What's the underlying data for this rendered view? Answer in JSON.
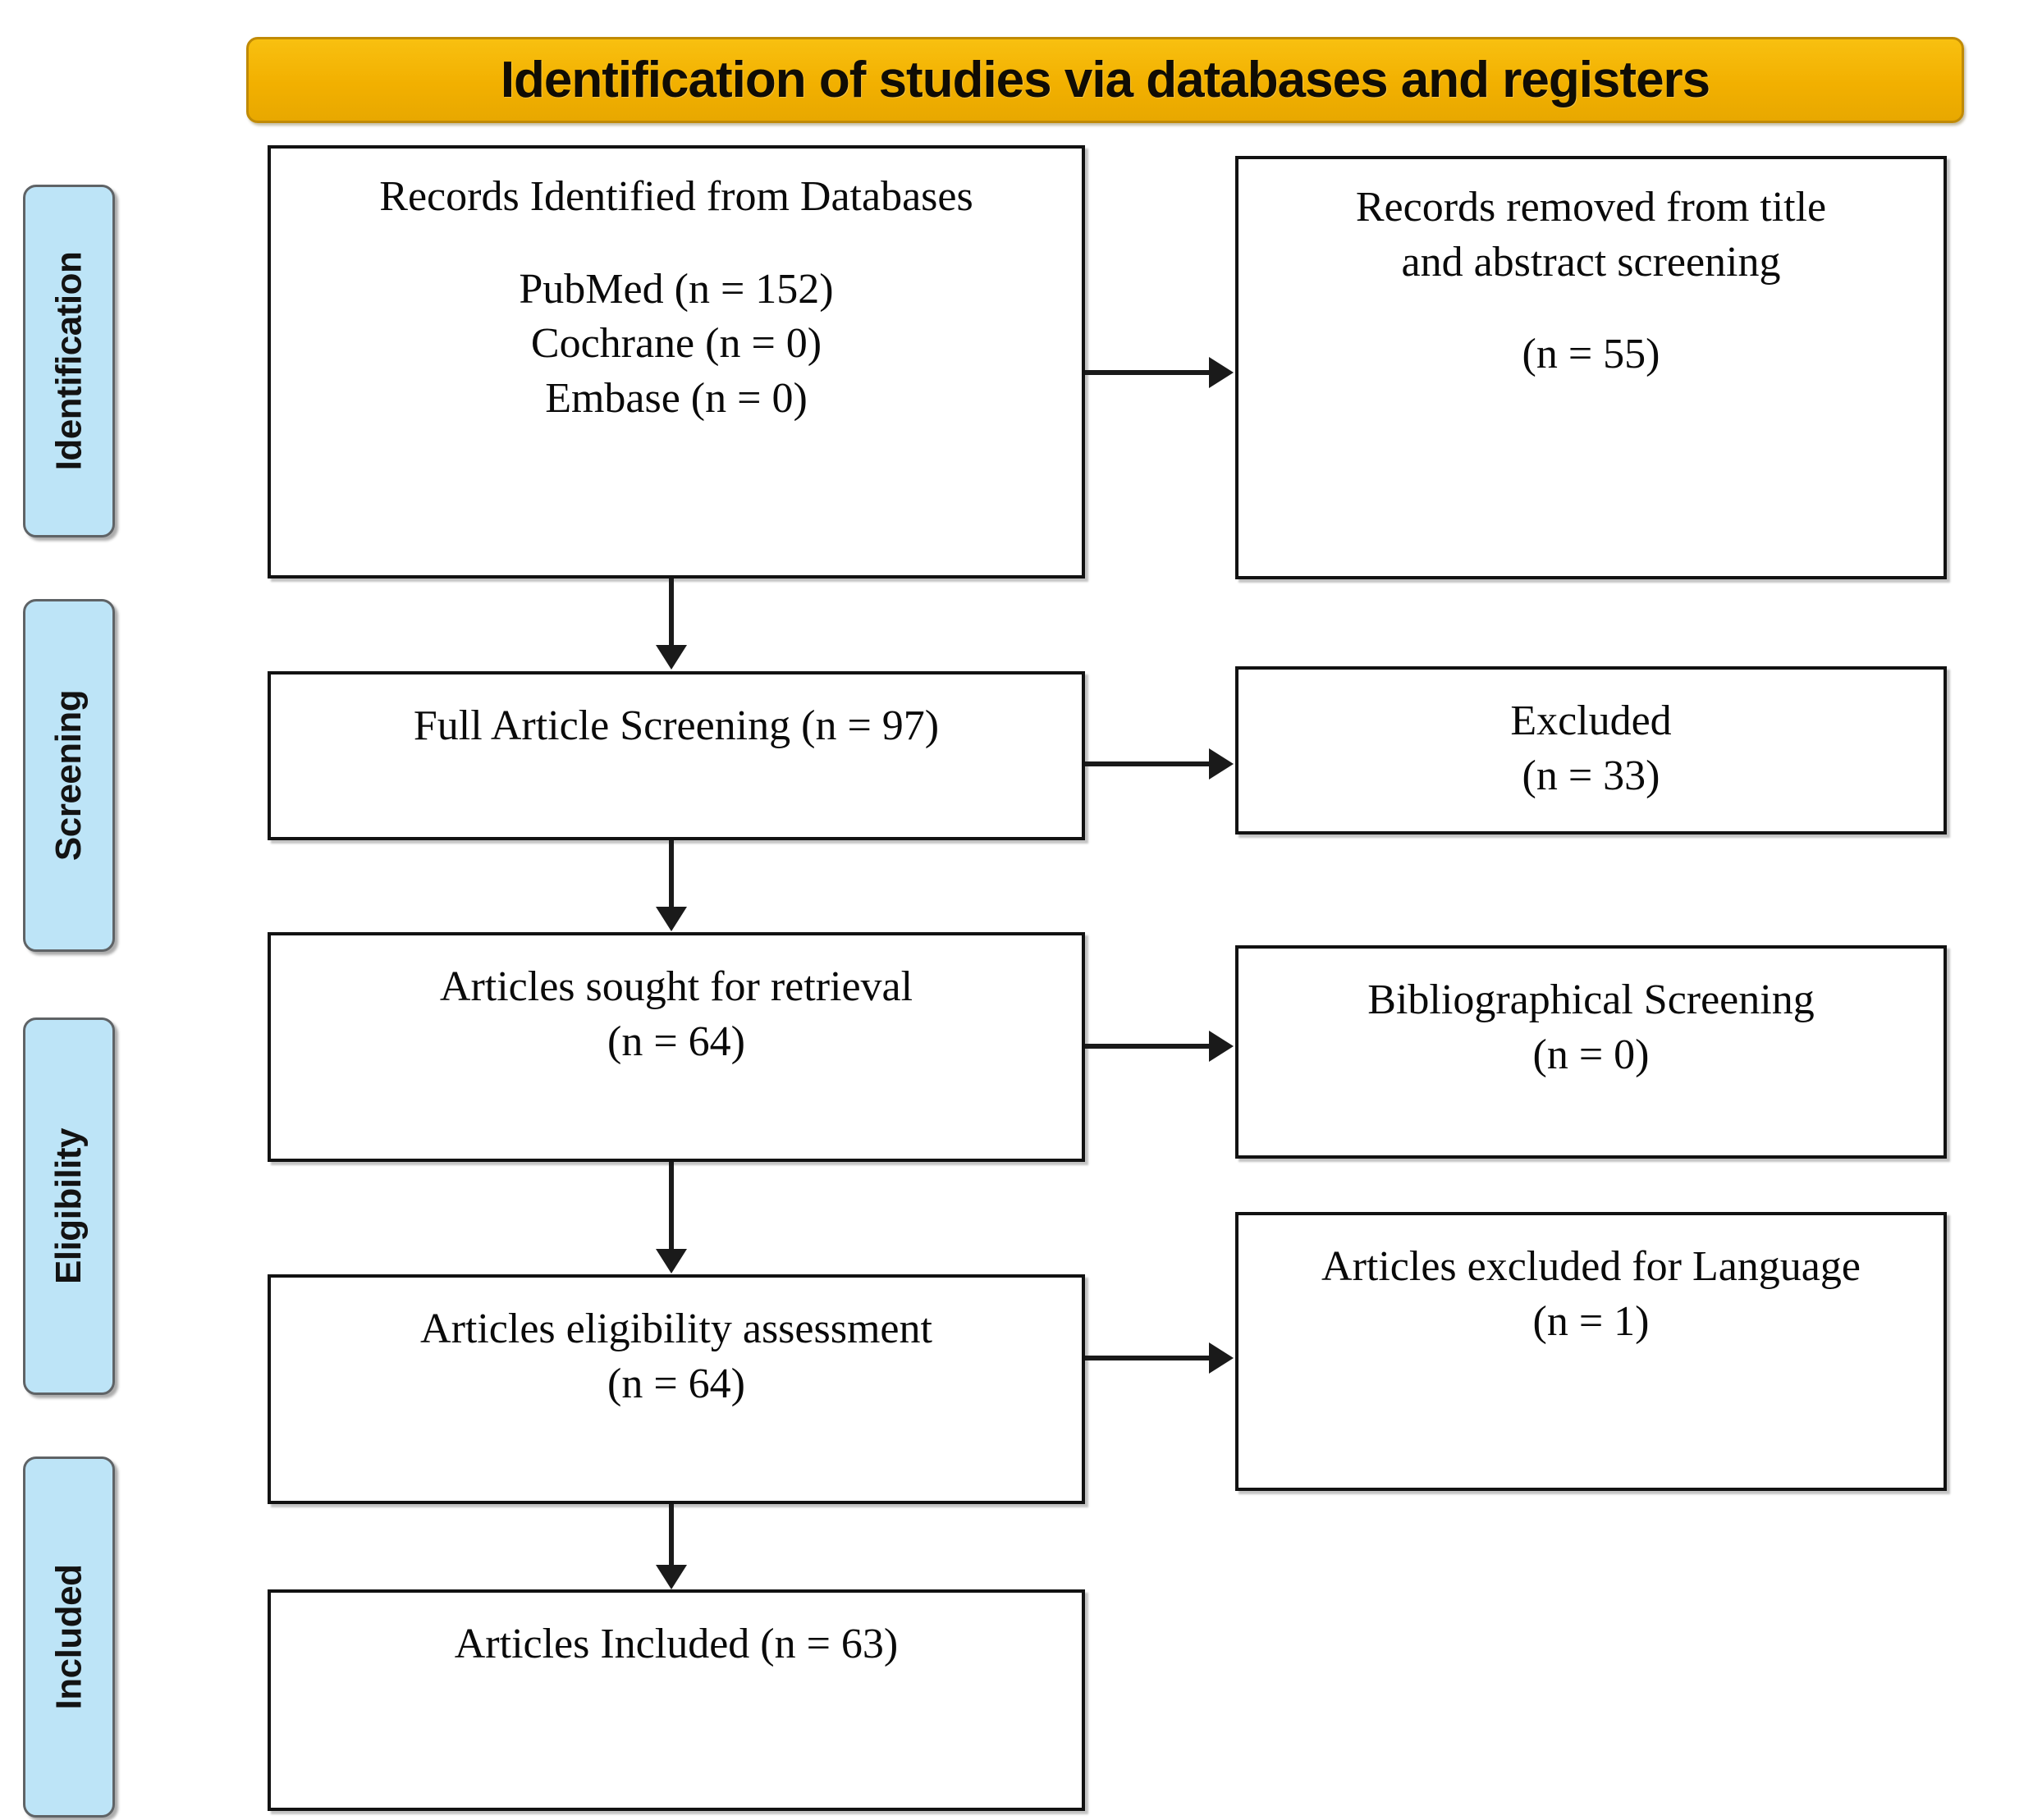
{
  "diagram": {
    "title": "Identification of studies via databases and registers",
    "accent_color": "#F2B000",
    "phase_color": "#BDE4F7",
    "phases": [
      {
        "label": "Identification"
      },
      {
        "label": "Screening"
      },
      {
        "label": "Eligibility"
      },
      {
        "label": "Included"
      }
    ],
    "boxes": {
      "records_identified": {
        "heading": "Records Identified from Databases",
        "sources": [
          "PubMed (n = 152)",
          "Cochrane (n = 0)",
          "Embase (n = 0)"
        ]
      },
      "records_removed": {
        "line1": "Records removed from title",
        "line2": "and abstract screening",
        "count": "(n = 55)"
      },
      "full_screening": {
        "line1": "Full Article Screening (n = 97)"
      },
      "excluded": {
        "line1": "Excluded",
        "count": "(n = 33)"
      },
      "sought_retrieval": {
        "line1": "Articles sought for retrieval",
        "count": "(n = 64)"
      },
      "bibliographic_screening": {
        "line1": "Bibliographical Screening",
        "count": "(n = 0)"
      },
      "eligibility_assessment": {
        "line1": "Articles eligibility assessment",
        "count": "(n = 64)"
      },
      "excluded_language": {
        "line1": "Articles excluded for Language",
        "count": "(n = 1)"
      },
      "articles_included": {
        "line1": "Articles Included (n = 63)"
      }
    },
    "chart_data": {
      "type": "diagram",
      "flow": "PRISMA study selection",
      "nodes": [
        {
          "id": "records_identified",
          "stage": "Identification",
          "n": 152,
          "detail": {
            "PubMed": 152,
            "Cochrane": 0,
            "Embase": 0
          }
        },
        {
          "id": "records_removed",
          "stage": "Identification",
          "n": 55
        },
        {
          "id": "full_screening",
          "stage": "Screening",
          "n": 97
        },
        {
          "id": "excluded",
          "stage": "Screening",
          "n": 33
        },
        {
          "id": "sought_retrieval",
          "stage": "Screening",
          "n": 64
        },
        {
          "id": "bibliographic_screening",
          "stage": "Eligibility",
          "n": 0
        },
        {
          "id": "eligibility_assessment",
          "stage": "Eligibility",
          "n": 64
        },
        {
          "id": "excluded_language",
          "stage": "Eligibility",
          "n": 1
        },
        {
          "id": "articles_included",
          "stage": "Included",
          "n": 63
        }
      ],
      "edges": [
        {
          "from": "records_identified",
          "to": "records_removed",
          "dir": "right"
        },
        {
          "from": "records_identified",
          "to": "full_screening",
          "dir": "down"
        },
        {
          "from": "full_screening",
          "to": "excluded",
          "dir": "right"
        },
        {
          "from": "full_screening",
          "to": "sought_retrieval",
          "dir": "down"
        },
        {
          "from": "sought_retrieval",
          "to": "bibliographic_screening",
          "dir": "right"
        },
        {
          "from": "sought_retrieval",
          "to": "eligibility_assessment",
          "dir": "down"
        },
        {
          "from": "eligibility_assessment",
          "to": "excluded_language",
          "dir": "right"
        },
        {
          "from": "eligibility_assessment",
          "to": "articles_included",
          "dir": "down"
        }
      ]
    }
  }
}
